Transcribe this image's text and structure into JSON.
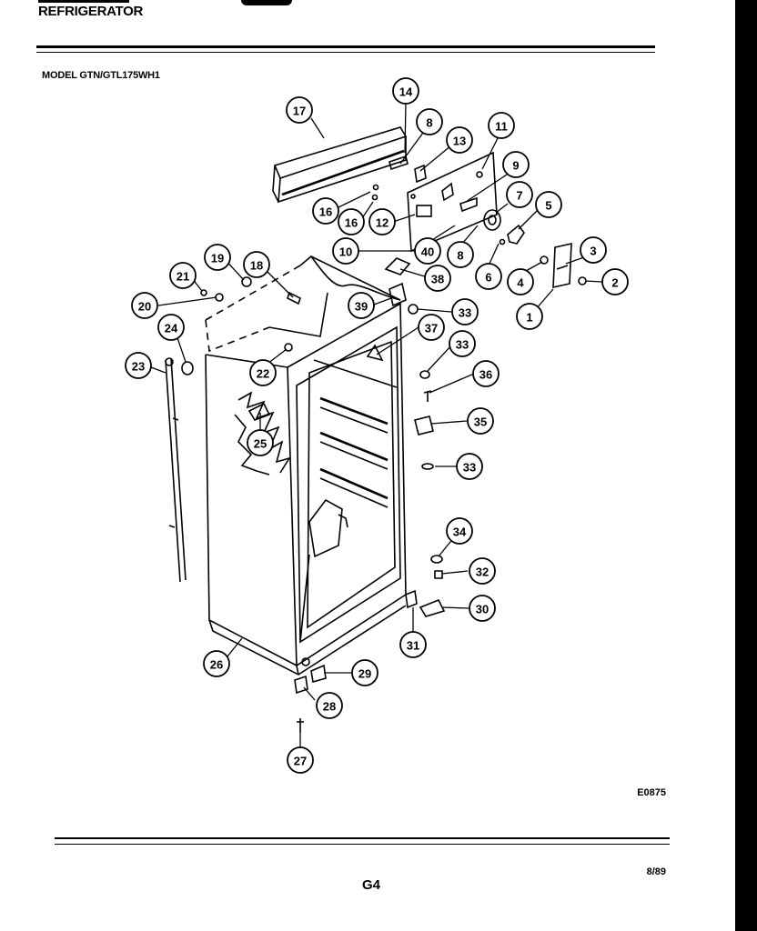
{
  "header": {
    "title": "REFRIGERATOR",
    "model": "MODEL GTN/GTL175WH1"
  },
  "footer": {
    "figure_code": "E0875",
    "date": "8/89",
    "page": "G4"
  },
  "callouts": [
    "1",
    "2",
    "3",
    "4",
    "5",
    "6",
    "7",
    "8",
    "9",
    "10",
    "11",
    "12",
    "13",
    "14",
    "16",
    "17",
    "18",
    "19",
    "20",
    "21",
    "22",
    "23",
    "24",
    "25",
    "26",
    "27",
    "28",
    "29",
    "30",
    "31",
    "32",
    "33",
    "34",
    "35",
    "36",
    "37",
    "38",
    "39",
    "40"
  ]
}
